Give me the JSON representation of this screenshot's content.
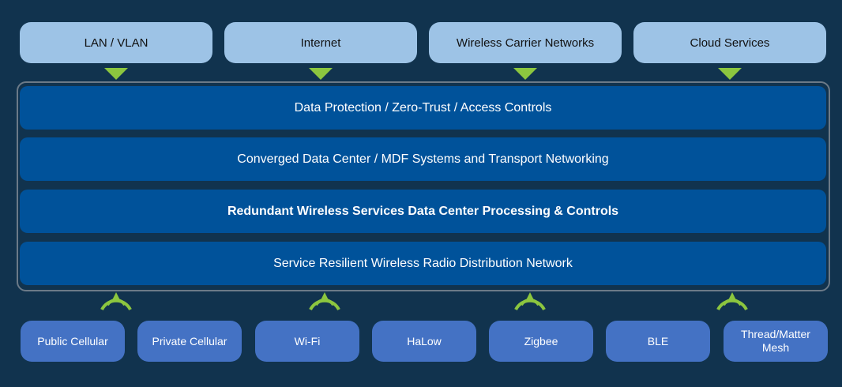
{
  "sources": [
    "LAN / VLAN",
    "Internet",
    "Wireless Carrier Networks",
    "Cloud Services"
  ],
  "layers": [
    "Data Protection / Zero-Trust / Access Controls",
    "Converged Data Center / MDF Systems and Transport Networking",
    "Redundant Wireless Services Data Center Processing & Controls",
    "Service Resilient Wireless Radio Distribution Network"
  ],
  "endpoints": [
    "Public Cellular",
    "Private Cellular",
    "Wi-Fi",
    "HaLow",
    "Zigbee",
    "BLE",
    "Thread/Matter Mesh"
  ],
  "colors": {
    "background": "#11334e",
    "source_box": "#9dc3e6",
    "layer_bar": "#00529a",
    "endpoint_box": "#4472c4",
    "accent": "#8cc63f"
  }
}
